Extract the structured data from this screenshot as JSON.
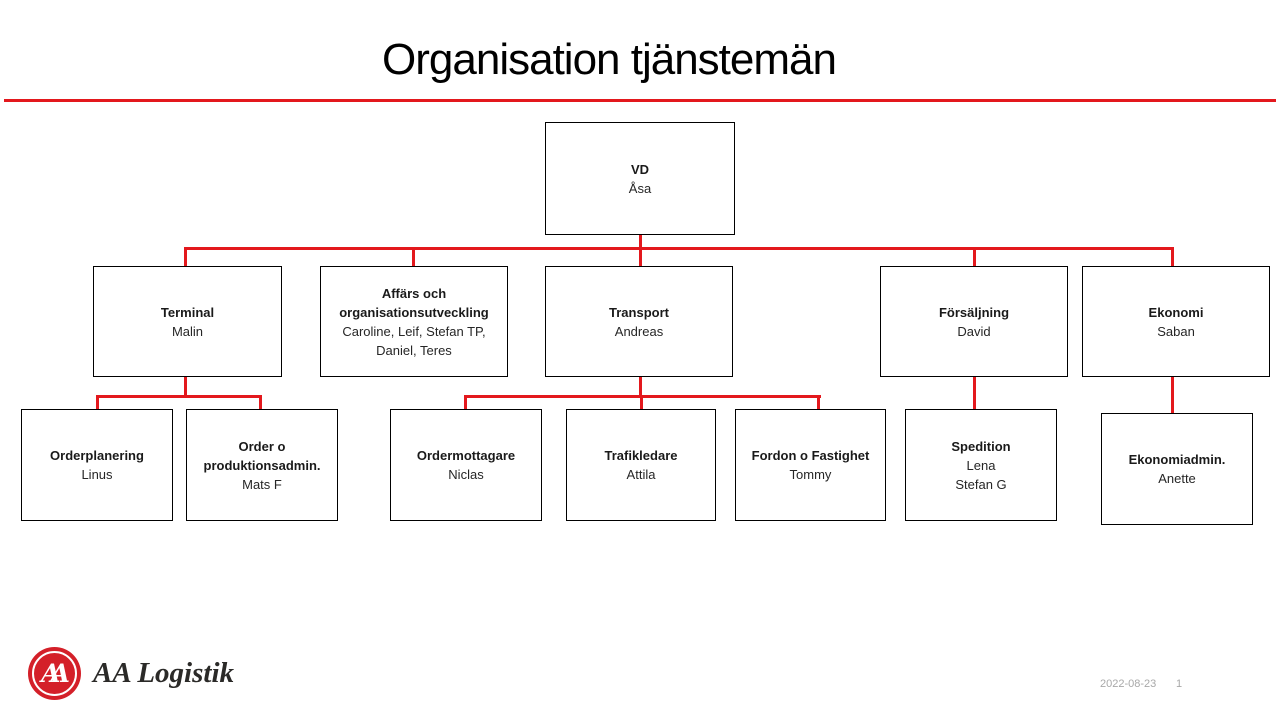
{
  "slide": {
    "title": "Organisation tjänstemän",
    "footer": {
      "date": "2022-08-23",
      "page": "1"
    },
    "logo": {
      "monogram": "AA",
      "text": "AA Logistik"
    }
  },
  "org": {
    "vd": {
      "title": "VD",
      "name": "Åsa"
    },
    "terminal": {
      "title": "Terminal",
      "name": "Malin"
    },
    "affars": {
      "title": "Affärs och organisationsutveckling",
      "names": [
        "Caroline, Leif, Stefan TP,",
        "Daniel, Teres"
      ]
    },
    "transport": {
      "title": "Transport",
      "name": "Andreas"
    },
    "forsaljning": {
      "title": "Försäljning",
      "name": "David"
    },
    "ekonomi": {
      "title": "Ekonomi",
      "name": "Saban"
    },
    "orderplanering": {
      "title": "Orderplanering",
      "name": "Linus"
    },
    "orderprodadmin": {
      "title": "Order o produktionsadmin.",
      "name": "Mats F"
    },
    "ordermottagare": {
      "title": "Ordermottagare",
      "name": "Niclas"
    },
    "trafikledare": {
      "title": "Trafikledare",
      "name": "Attila"
    },
    "fordon": {
      "title": "Fordon o Fastighet",
      "name": "Tommy"
    },
    "spedition": {
      "title": "Spedition",
      "names": [
        "Lena",
        "Stefan G"
      ]
    },
    "ekonomiadmin": {
      "title": "Ekonomiadmin.",
      "name": "Anette"
    }
  },
  "colors": {
    "accent_red": "#e3181d",
    "logo_red": "#d42029",
    "border": "#000000",
    "muted": "#a8a8a8"
  }
}
